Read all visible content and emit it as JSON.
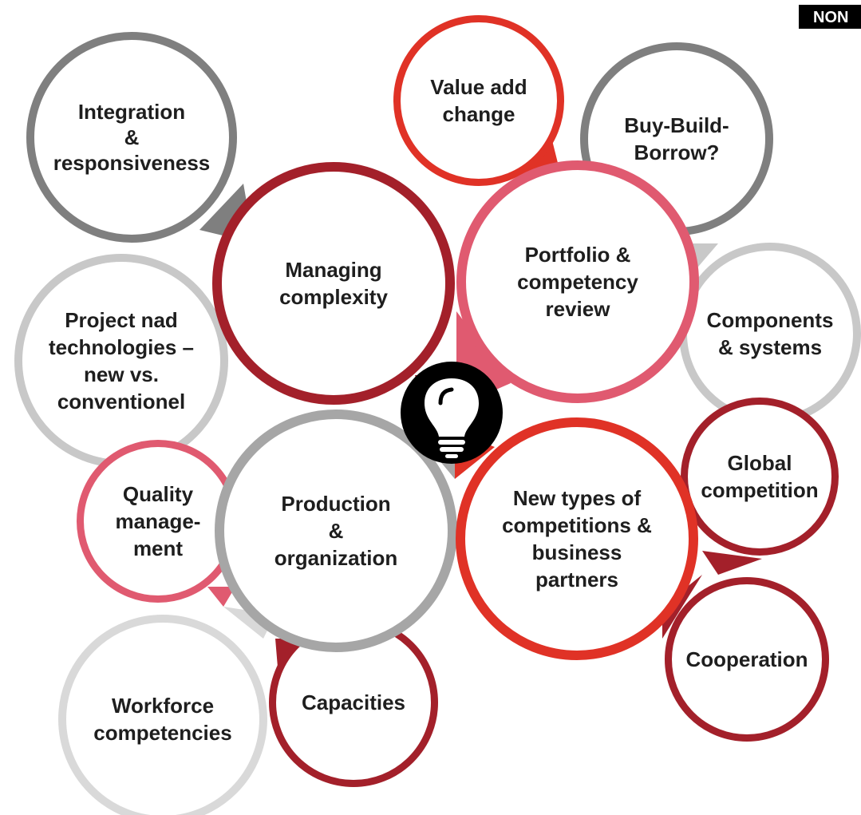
{
  "badge": {
    "label": "NON"
  },
  "colors": {
    "gray_dark": "#7f7f7f",
    "gray_mid": "#a6a6a6",
    "gray_light": "#c8c8c8",
    "gray_pale": "#d9d9d9",
    "red_dark": "#a3202a",
    "red": "#e03226",
    "pink": "#e05a70",
    "center": "#000000"
  },
  "center": {
    "icon": "light-bulb-icon"
  },
  "bubbles": [
    {
      "id": "integration-responsiveness",
      "lines": [
        "Integration",
        "&",
        "responsiveness"
      ],
      "color": "gray_dark"
    },
    {
      "id": "value-add-change",
      "lines": [
        "Value add",
        "change"
      ],
      "color": "red"
    },
    {
      "id": "buy-build-borrow",
      "lines": [
        "Buy-Build-",
        "Borrow?"
      ],
      "color": "gray_dark"
    },
    {
      "id": "managing-complexity",
      "lines": [
        "Managing",
        "complexity"
      ],
      "color": "red_dark"
    },
    {
      "id": "portfolio-competency-review",
      "lines": [
        "Portfolio &",
        "competency",
        "review"
      ],
      "color": "pink"
    },
    {
      "id": "project-technologies",
      "lines": [
        "Project nad",
        "technologies –",
        "new vs.",
        "conventionel"
      ],
      "color": "gray_light"
    },
    {
      "id": "components-systems",
      "lines": [
        "Components",
        "& systems"
      ],
      "color": "gray_light"
    },
    {
      "id": "global-competition",
      "lines": [
        "Global",
        "competition"
      ],
      "color": "red_dark"
    },
    {
      "id": "quality-management",
      "lines": [
        "Quality",
        "manage-",
        "ment"
      ],
      "color": "pink"
    },
    {
      "id": "production-organization",
      "lines": [
        "Production",
        "&",
        "organization"
      ],
      "color": "gray_mid"
    },
    {
      "id": "new-types-competitions",
      "lines": [
        "New types of",
        "competitions &",
        "business",
        "partners"
      ],
      "color": "red"
    },
    {
      "id": "cooperation",
      "lines": [
        "Cooperation"
      ],
      "color": "red_dark"
    },
    {
      "id": "workforce-competencies",
      "lines": [
        "Workforce",
        "competencies"
      ],
      "color": "gray_pale"
    },
    {
      "id": "capacities",
      "lines": [
        "Capacities"
      ],
      "color": "red_dark"
    }
  ]
}
